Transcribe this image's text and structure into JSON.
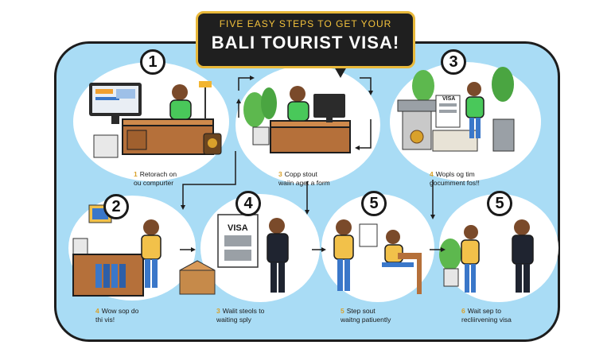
{
  "banner": {
    "line1": "FIVE  EASY STEPS TO GET  YOUR",
    "line2": "BALI TOURIST VISA!"
  },
  "steps_top": [
    {
      "number": "1",
      "bullet": "1",
      "line1": "Retorach on",
      "line2": "ou compurter"
    },
    {
      "number": "",
      "bullet": "3",
      "line1": "Copp stout",
      "line2": "waiin aget a form"
    },
    {
      "number": "3",
      "bullet": "4",
      "line1": "Wopls og tim",
      "line2": "gocumment fos!!"
    }
  ],
  "steps_bottom": [
    {
      "number": "2",
      "bullet": "4",
      "line1": "Wow sop do",
      "line2": "thi vis!"
    },
    {
      "number": "4",
      "bullet": "3",
      "line1": "Walit steols to",
      "line2": "waiting sply"
    },
    {
      "number": "5",
      "bullet": "5",
      "line1": "Step sout",
      "line2": "waitng patiuently"
    },
    {
      "number": "5",
      "bullet": "6",
      "line1": "Wait sep to",
      "line2": "recliirvening visa"
    }
  ],
  "signs": {
    "visa_board": "VISA",
    "visa_small": "VISA"
  },
  "colors": {
    "background": "#a9dcf5",
    "banner": "#1f1f1f",
    "banner_accent": "#f3c23c",
    "shirt_green": "#49c85a",
    "shirt_yellow": "#f2c14a",
    "desk": "#b5703a"
  }
}
